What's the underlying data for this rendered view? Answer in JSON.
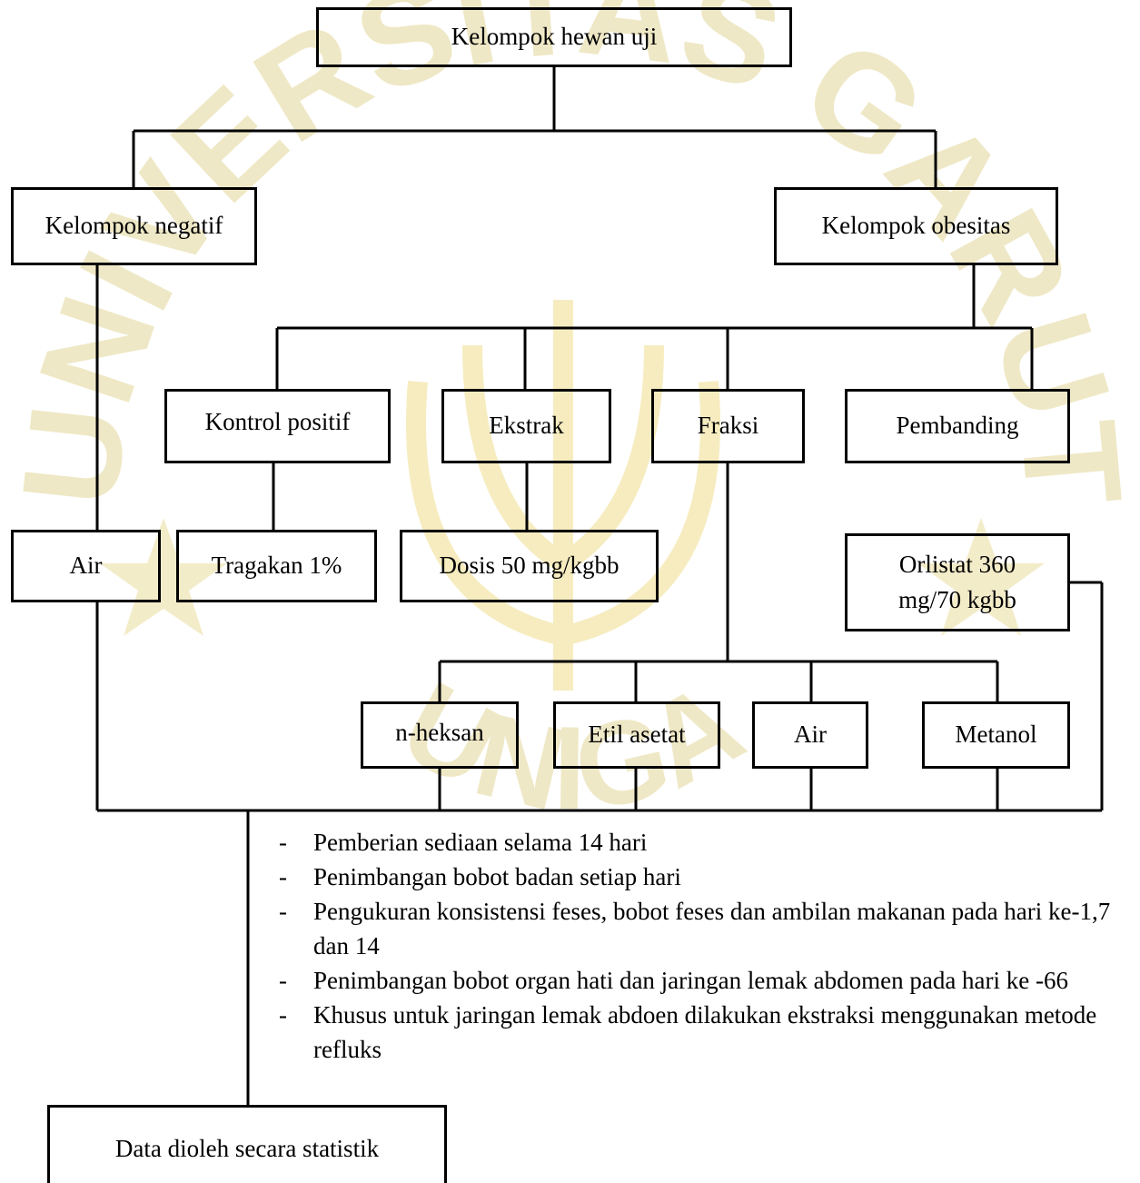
{
  "watermark": {
    "institution": "UNIVERSITAS GARUT",
    "bottom_text": "UNIGA",
    "color": "#efe8c6",
    "accent_color": "#f5d34a"
  },
  "nodes": {
    "root": "Kelompok hewan uji",
    "negative_group": "Kelompok negatif",
    "obesity_group": "Kelompok obesitas",
    "positive_control": "Kontrol positif",
    "extract": "Ekstrak",
    "fraction": "Fraksi",
    "comparator": "Pembanding",
    "negative_water": "Air",
    "tragacanth": "Tragakan 1%",
    "extract_dose": "Dosis 50 mg/kgbb",
    "orlistat_line1": "Orlistat 360",
    "orlistat_line2": "mg/70 kgbb",
    "n_hexane": "n-heksan",
    "ethyl_acetate": "Etil asetat",
    "fraction_water": "Air",
    "methanol": "Metanol",
    "result": "Data dioleh secara statistik"
  },
  "procedure_notes": [
    "Pemberian sediaan selama 14 hari",
    "Penimbangan bobot badan setiap hari",
    "Pengukuran konsistensi feses, bobot feses dan ambilan makanan pada hari ke-1,7 dan 14",
    "Penimbangan bobot organ hati dan jaringan lemak abdomen pada hari ke -66",
    "Khusus untuk jaringan lemak abdoen dilakukan ekstraksi menggunakan metode refluks"
  ],
  "bullet_symbol": "-"
}
